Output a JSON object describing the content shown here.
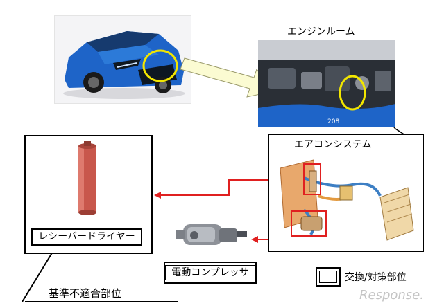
{
  "labels": {
    "engine_room": "エンジンルーム",
    "aircon_system": "エアコンシステム",
    "receiver_dryer": "レシーバードライヤー",
    "electric_compressor": "電動コンプレッサ",
    "legend_text": "交換/対策部位",
    "nonconforming": "基準不適合部位"
  },
  "watermark": "Response.",
  "car_badge": "208",
  "colors": {
    "highlight_ring": "#f2e600",
    "red_arrow": "#e02020",
    "car_blue": "#1e64c8",
    "arrow_fill": "#fbfbd2"
  }
}
